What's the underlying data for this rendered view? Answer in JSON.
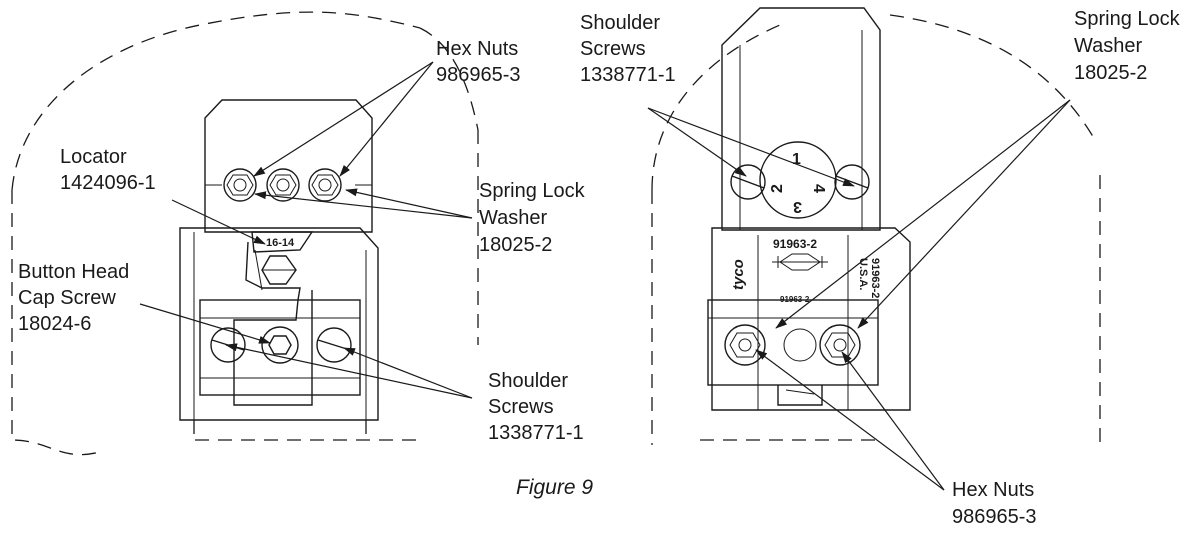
{
  "figure": {
    "caption": "Figure 9",
    "left_view": {
      "die_marking": "16-14",
      "labels": {
        "hex_nuts": [
          "Hex Nuts",
          "986965-3"
        ],
        "locator": [
          "Locator",
          "1424096-1"
        ],
        "spring_lock_washer": [
          "Spring Lock",
          "Washer",
          "18025-2"
        ],
        "button_head_cap_screw": [
          "Button Head",
          "Cap Screw",
          "18024-6"
        ],
        "shoulder_screws": [
          "Shoulder",
          "Screws",
          "1338771-1"
        ]
      }
    },
    "right_view": {
      "dial_numbers": [
        "1",
        "2",
        "3",
        "4"
      ],
      "brand": "tyco",
      "stamp_part": "91963-2",
      "stamp_part_small": "91963-2",
      "stamp_side": [
        "U.S.A.",
        "91963-2"
      ],
      "labels": {
        "shoulder_screws": [
          "Shoulder",
          "Screws",
          "1338771-1"
        ],
        "spring_lock_washer": [
          "Spring Lock",
          "Washer",
          "18025-2"
        ],
        "hex_nuts": [
          "Hex Nuts",
          "986965-3"
        ]
      }
    }
  }
}
